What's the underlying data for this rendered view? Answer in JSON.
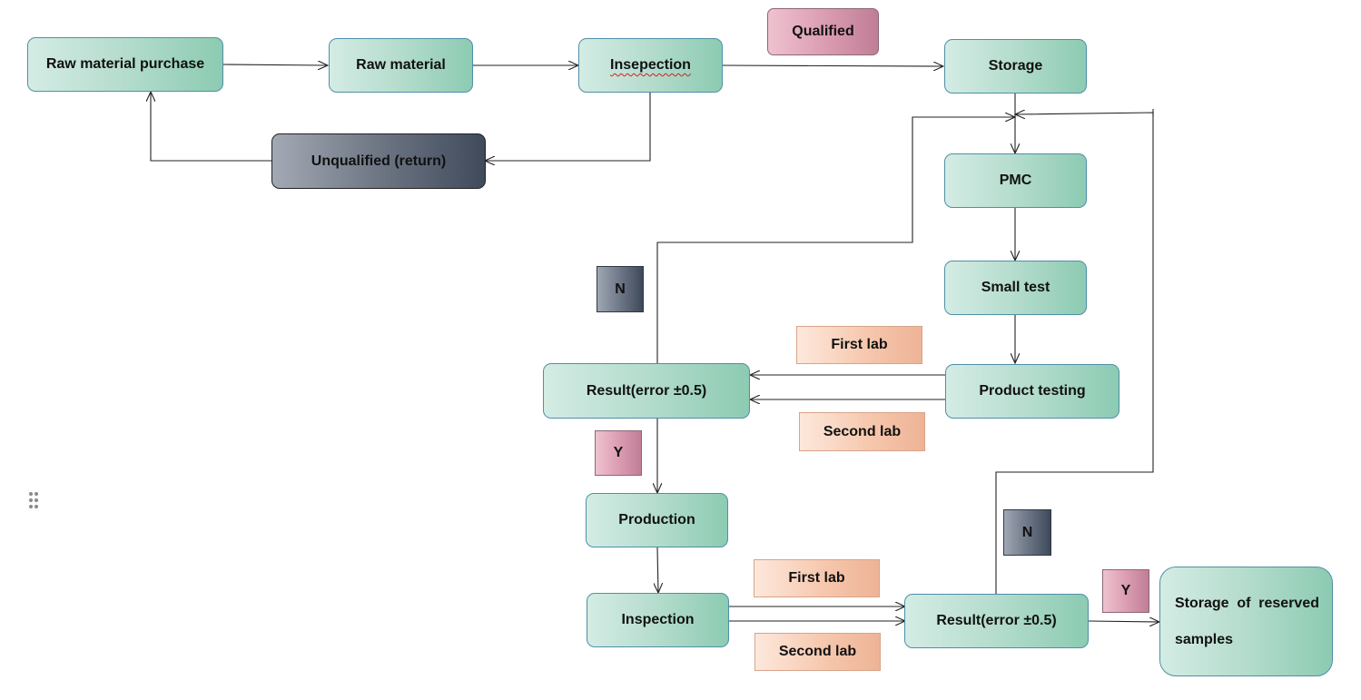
{
  "nodes": {
    "raw_material_purchase": "Raw material purchase",
    "raw_material": "Raw material",
    "inspection_top": "Insepection",
    "storage": "Storage",
    "unqualified": "Unqualified (return)",
    "pmc": "PMC",
    "small_test": "Small test",
    "product_testing": "Product testing",
    "result_upper": "Result(error ±0.5)",
    "production": "Production",
    "inspection_bottom": "Inspection",
    "result_lower": "Result(error ±0.5)",
    "storage_reserved": "Storage of reserved samples"
  },
  "labels": {
    "qualified": "Qualified",
    "n_upper": "N",
    "y_upper": "Y",
    "first_lab_upper": "First lab",
    "second_lab_upper": "Second lab",
    "first_lab_lower": "First lab",
    "second_lab_lower": "Second lab",
    "n_lower": "N",
    "y_lower": "Y"
  },
  "colors": {
    "node_fill": "#b4dccd",
    "node_border": "#4f8fa8",
    "dark_fill": "#6e7684",
    "qualified_fill": "#d99ab0",
    "lab_fill": "#f6c8ae",
    "connector": "#222222"
  }
}
